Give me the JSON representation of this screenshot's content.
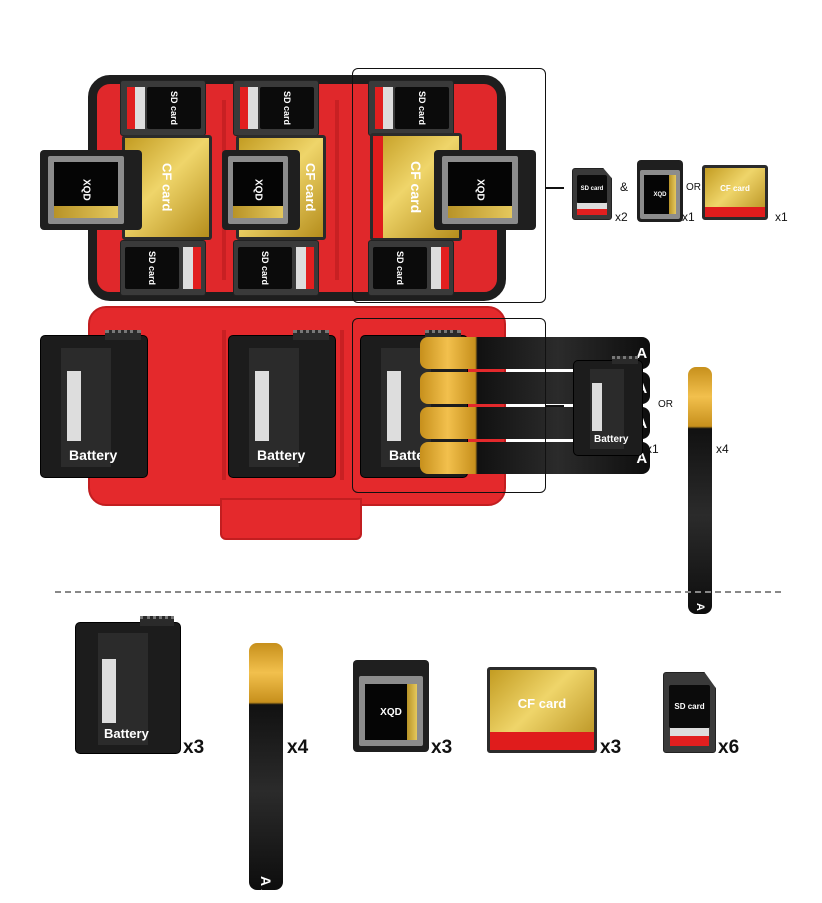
{
  "case_top": {
    "columns": [
      {
        "sd_top": "SD card",
        "cf": "CF card",
        "sd_bottom": "SD card",
        "xqd": "XQD"
      },
      {
        "sd_top": "SD card",
        "cf": "CF card",
        "sd_bottom": "SD card",
        "xqd": "XQD"
      },
      {
        "sd_top": "SD card",
        "cf": "CF card",
        "sd_bottom": "SD card",
        "xqd": "XQD"
      }
    ]
  },
  "case_bottom": {
    "batteries": [
      "Battery",
      "Battery",
      "Battery"
    ],
    "aa": [
      "AA",
      "AA",
      "AA",
      "AA"
    ]
  },
  "legend_cards": {
    "sd": "SD card",
    "sd_qty": "x2",
    "and": "&",
    "xqd": "XQD",
    "xqd_qty": "x1",
    "or": "OR",
    "cf": "CF card",
    "cf_qty": "x1"
  },
  "legend_power": {
    "battery": "Battery",
    "battery_qty": "x1",
    "or": "OR",
    "aa": "AA",
    "aa_qty": "x4"
  },
  "capacity": {
    "battery": "Battery",
    "battery_qty": "x3",
    "aa": "AA",
    "aa_qty": "x4",
    "xqd": "XQD",
    "xqd_qty": "x3",
    "cf": "CF card",
    "cf_qty": "x3",
    "sd": "SD card",
    "sd_qty": "x6"
  }
}
